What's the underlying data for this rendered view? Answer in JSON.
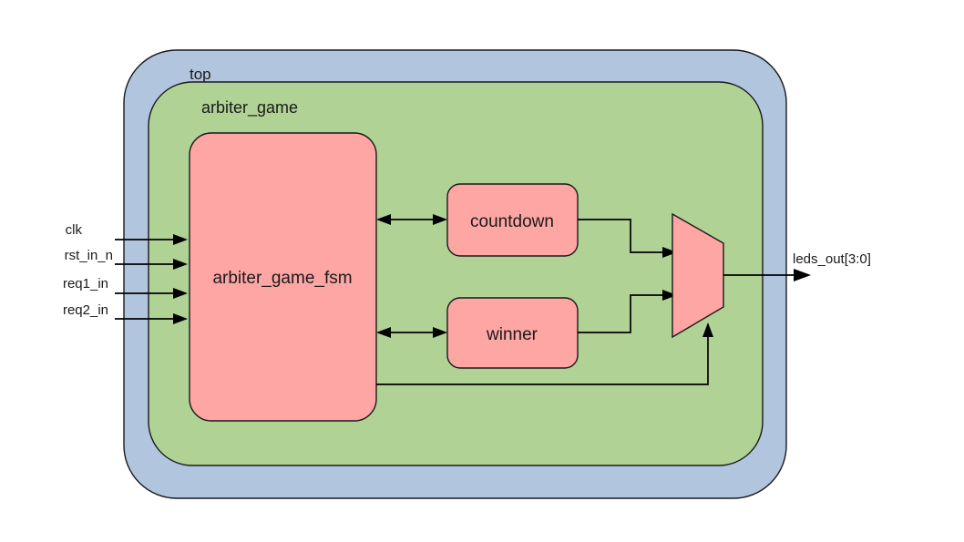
{
  "diagram": {
    "title_visible": false,
    "colors": {
      "outer_container_fill": "#b1c6de",
      "inner_container_fill": "#b0d395",
      "block_fill": "#fda6a4",
      "stroke": "#19191a",
      "wire": "#000000",
      "text": "#1a1a1a",
      "background": "#ffffff"
    },
    "containers": [
      {
        "id": "top",
        "label": "top",
        "fill": "#b1c6de"
      },
      {
        "id": "arbiter_game",
        "label": "arbiter_game",
        "fill": "#b0d395"
      }
    ],
    "blocks": [
      {
        "id": "fsm",
        "label": "arbiter_game_fsm",
        "shape": "rounded-rect"
      },
      {
        "id": "countdown",
        "label": "countdown",
        "shape": "rounded-rect"
      },
      {
        "id": "winner",
        "label": "winner",
        "shape": "rounded-rect"
      },
      {
        "id": "mux",
        "label": "",
        "shape": "trapezoid-mux"
      }
    ],
    "inputs": [
      {
        "id": "clk",
        "label": "clk"
      },
      {
        "id": "rst_in_n",
        "label": "rst_in_n"
      },
      {
        "id": "req1_in",
        "label": "req1_in"
      },
      {
        "id": "req2_in",
        "label": "req2_in"
      }
    ],
    "outputs": [
      {
        "id": "leds_out",
        "label": "leds_out[3:0]"
      }
    ],
    "connections": [
      {
        "from": "fsm",
        "to": "countdown",
        "type": "bidirectional"
      },
      {
        "from": "fsm",
        "to": "winner",
        "type": "bidirectional"
      },
      {
        "from": "countdown",
        "to": "mux",
        "type": "directed"
      },
      {
        "from": "winner",
        "to": "mux",
        "type": "directed"
      },
      {
        "from": "fsm",
        "to": "mux",
        "type": "directed",
        "role": "select"
      },
      {
        "from": "mux",
        "to": "leds_out",
        "type": "directed"
      }
    ]
  }
}
